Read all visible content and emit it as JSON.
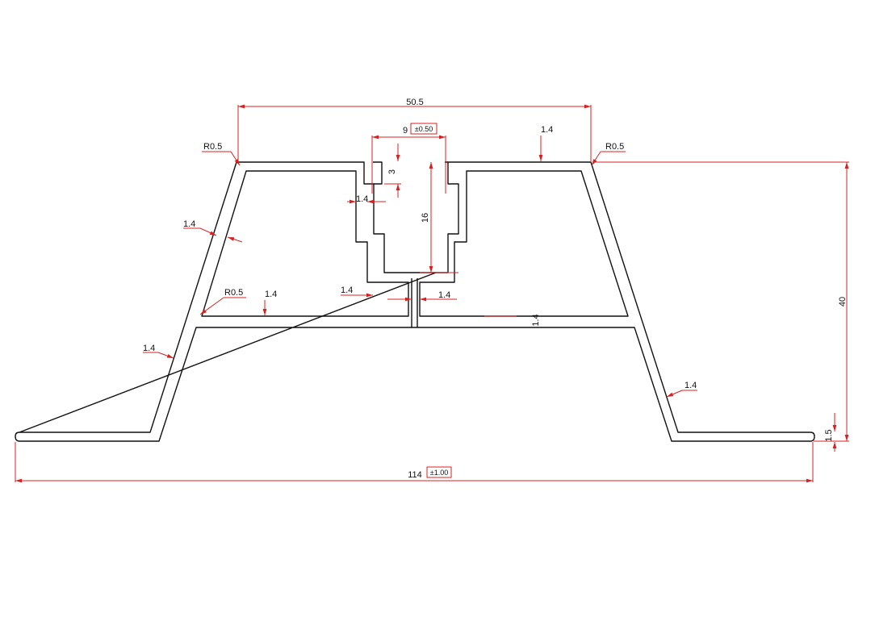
{
  "drawing": {
    "profile_name": "",
    "colors": {
      "outline": "#111111",
      "dimension": "#d92020",
      "background": "#ffffff"
    }
  },
  "dimensions": {
    "top_width": "50.5",
    "slot_width": "9",
    "slot_tolerance": "±0.50",
    "slot_lip_height": "3",
    "slot_depth": "16",
    "total_height": "40",
    "flange_thickness": "1.5",
    "total_width": "114",
    "total_width_tolerance": "±1.00",
    "radius_top_left": "R0.5",
    "radius_top_right": "R0.5",
    "radius_inner": "R0.5",
    "wall_thickness_labels": [
      "1.4",
      "1.4",
      "1.4",
      "1.4",
      "1.4",
      "1.4",
      "1.4",
      "1.4",
      "1.4"
    ]
  }
}
